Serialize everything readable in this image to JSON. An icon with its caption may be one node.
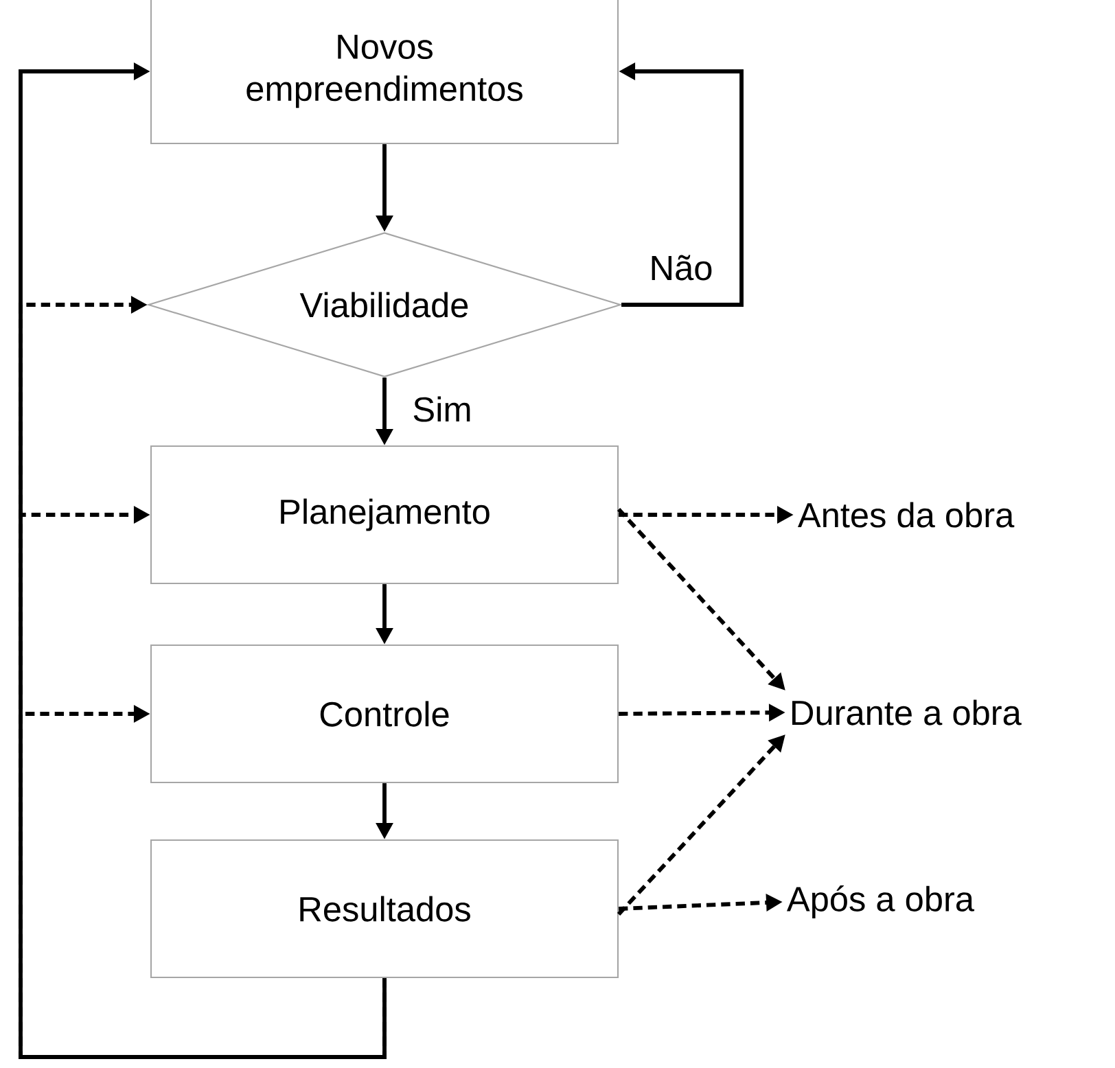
{
  "diagram": {
    "nodes": [
      {
        "text": [
          "Novos empreendimentos"
        ]
      },
      {
        "text": [
          "Viabilidade"
        ]
      },
      {
        "text": [
          "Planejamento"
        ]
      },
      {
        "text": [
          "Controle"
        ]
      },
      {
        "text": [
          "Resultados"
        ]
      },
      {
        "text": [
          "Antes da obra"
        ]
      },
      {
        "text": [
          "Durante a obra"
        ]
      },
      {
        "text": [
          "Após a obra"
        ]
      }
    ],
    "edges": [
      {
        "from": 0,
        "to": 1,
        "arrow": "to"
      },
      {
        "from": 1,
        "to": 2,
        "arrow": "to",
        "label": "Sim"
      },
      {
        "from": 1,
        "to": 0,
        "arrow": "to",
        "label": "Não"
      },
      {
        "from": 2,
        "to": 3,
        "arrow": "to"
      },
      {
        "from": 3,
        "to": 4,
        "arrow": "to"
      },
      {
        "from": 4,
        "to": 1,
        "arrow": "to",
        "style": "dashed"
      },
      {
        "from": 4,
        "to": 2,
        "arrow": "to",
        "style": "dashed"
      },
      {
        "from": 4,
        "to": 3,
        "arrow": "to",
        "style": "dashed"
      },
      {
        "from": 4,
        "to": 0,
        "arrow": "to"
      },
      {
        "from": 2,
        "to": 5,
        "arrow": "to",
        "style": "dashed"
      },
      {
        "from": 2,
        "to": 6,
        "arrow": "to",
        "style": "dashed"
      },
      {
        "from": 3,
        "to": 6,
        "arrow": "to",
        "style": "dashed"
      },
      {
        "from": 4,
        "to": 6,
        "arrow": "to",
        "style": "dashed"
      },
      {
        "from": 4,
        "to": 7,
        "arrow": "to",
        "style": "dashed"
      }
    ]
  }
}
